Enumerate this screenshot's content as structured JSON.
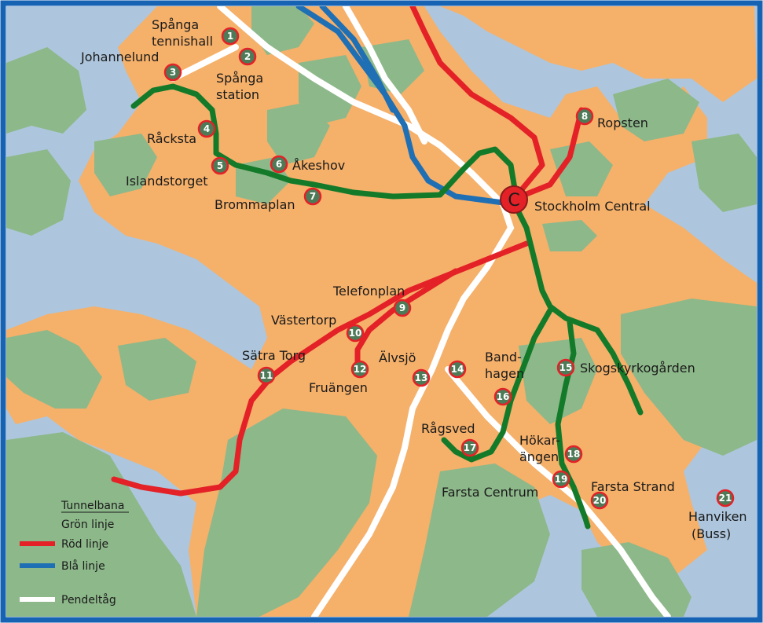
{
  "colors": {
    "water": "#adc6dd",
    "land": "#f5b06a",
    "forest": "#8db88a",
    "red_line": "#e32127",
    "blue_line": "#1f6fb5",
    "green_line": "#137a2a",
    "commuter": "#ffffff",
    "marker_fill": "#4d7b58",
    "marker_ring": "#e32127",
    "frame": "#1763b3"
  },
  "central": {
    "letter": "C",
    "label": "Stockholm Central"
  },
  "places": [
    {
      "num": "1",
      "label": [
        "Spånga",
        "tennishall"
      ]
    },
    {
      "num": "2",
      "label": [
        "Spånga",
        "station"
      ]
    },
    {
      "num": "3",
      "label": [
        "Johannelund"
      ]
    },
    {
      "num": "4",
      "label": [
        "Råcksta"
      ]
    },
    {
      "num": "5",
      "label": [
        "Islandstorget"
      ]
    },
    {
      "num": "6",
      "label": [
        "Åkeshov"
      ]
    },
    {
      "num": "7",
      "label": [
        "Brommaplan"
      ]
    },
    {
      "num": "8",
      "label": [
        "Ropsten"
      ]
    },
    {
      "num": "9",
      "label": [
        "Telefonplan"
      ]
    },
    {
      "num": "10",
      "label": [
        "Västertorp"
      ]
    },
    {
      "num": "11",
      "label": [
        "Sätra Torg"
      ]
    },
    {
      "num": "12",
      "label": [
        "Fruängen"
      ]
    },
    {
      "num": "13",
      "label": [
        "Älvsjö"
      ]
    },
    {
      "num": "14",
      "label": []
    },
    {
      "num": "15",
      "label": [
        "Skogskyrkogården"
      ]
    },
    {
      "num": "16",
      "label": [
        "Band-",
        "hagen"
      ]
    },
    {
      "num": "17",
      "label": [
        "Rågsved"
      ]
    },
    {
      "num": "18",
      "label": [
        "Hökar-",
        "ängen"
      ]
    },
    {
      "num": "19",
      "label": [
        "Farsta Centrum"
      ]
    },
    {
      "num": "20",
      "label": [
        "Farsta Strand"
      ]
    },
    {
      "num": "21",
      "label": [
        "Hanviken",
        "(Buss)"
      ]
    }
  ],
  "legend": {
    "title": "Tunnelbana",
    "green": "Grön linje",
    "red": "Röd linje",
    "blue": "Blå linje",
    "commuter": "Pendeltåg"
  }
}
